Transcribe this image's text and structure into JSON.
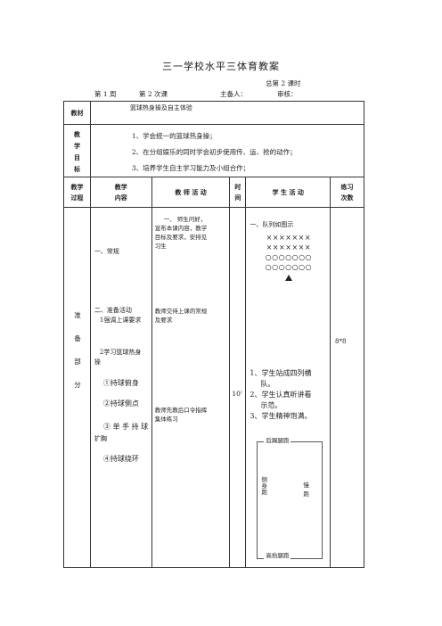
{
  "title": "三一学校水平三体育教案",
  "total_lesson": "总第 2 课时",
  "meta": {
    "week": "第 1 周",
    "lesson": "第 2 次课",
    "preparer": "主备人：",
    "reviewer": "审核："
  },
  "materials": {
    "label": "教材",
    "text": "篮球热身操及自主体验"
  },
  "objectives": {
    "label": [
      "教",
      "学",
      "目",
      "标"
    ],
    "items": [
      "1、学会统一的篮球热身操；",
      "2、在分组娱乐的同时学会初步使用传、运、抢的动作；",
      "3、培养学生自主学习能力及小组合作；"
    ]
  },
  "columns": {
    "process": [
      "教学",
      "过程"
    ],
    "content": [
      "教学",
      "内容"
    ],
    "teacher": "教 师 活 动",
    "time": [
      "时",
      "间"
    ],
    "student": "学 生 活 动",
    "reps": [
      "练习",
      "次数"
    ]
  },
  "section": {
    "label": [
      "准",
      "备",
      "部",
      "分"
    ]
  },
  "content": {
    "routine": "一、常规",
    "prep": "二、准备活动",
    "prep1": "1强调上课要求",
    "prep2": "2学习篮球热身",
    "prep2b": "操",
    "ex1": "①持球俯身",
    "ex2": "②持球侧点",
    "ex3": "③ 单 手 持 球",
    "ex3b": "扩胸",
    "ex4": "④持球绕环"
  },
  "teacher": {
    "p1": [
      "一、 师生问好，",
      "宣布本课内容，教学",
      "目标及要求，安排见",
      "习生"
    ],
    "p2": [
      "教师交待上课的常规",
      "及要求"
    ],
    "p3": [
      "教师先教后口令指挥",
      "集体练习"
    ]
  },
  "time": "10'",
  "student": {
    "formation_title": "一、队列如图示",
    "formation_rows": [
      "×××××××",
      "×××××××",
      "○○○○○○○",
      "○○○○○○○"
    ],
    "items": [
      "1、学生站成四列横",
      "队。",
      "2、学生认真听讲看",
      "示范。",
      "3、学生精神饱满。"
    ],
    "track": {
      "top": "后踢腿跑",
      "left": [
        "侧",
        "身",
        "跑"
      ],
      "right": [
        "慢",
        "跑"
      ],
      "bottom": "高抬腿跑"
    }
  },
  "reps": "8*8"
}
